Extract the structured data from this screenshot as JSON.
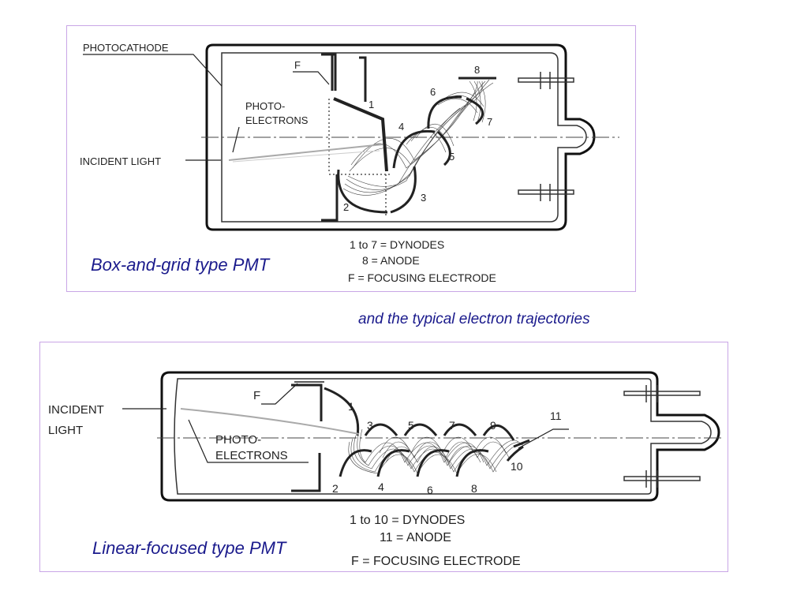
{
  "figures": {
    "top": {
      "caption": "Box-and-grid type PMT",
      "labels": {
        "photocathode": "PHOTOCATHODE",
        "f": "F",
        "photo": "PHOTO-",
        "electrons": "ELECTRONS",
        "incident_light": "INCIDENT LIGHT",
        "dynodes": [
          "1",
          "2",
          "3",
          "4",
          "5",
          "6",
          "7",
          "8"
        ]
      },
      "legend": [
        "1 to 7 = DYNODES",
        "8 = ANODE",
        "F = FOCUSING ELECTRODE"
      ]
    },
    "subtitle": "and the typical electron trajectories",
    "bottom": {
      "caption": "Linear-focused type PMT",
      "labels": {
        "incident": "INCIDENT",
        "light": "LIGHT",
        "f": "F",
        "photo": "PHOTO-",
        "electrons": "ELECTRONS",
        "dynodes": [
          "1",
          "2",
          "3",
          "4",
          "5",
          "6",
          "7",
          "8",
          "9",
          "10",
          "11"
        ]
      },
      "legend": [
        "1 to 10 = DYNODES",
        "11 = ANODE",
        "F = FOCUSING ELECTRODE"
      ]
    }
  }
}
